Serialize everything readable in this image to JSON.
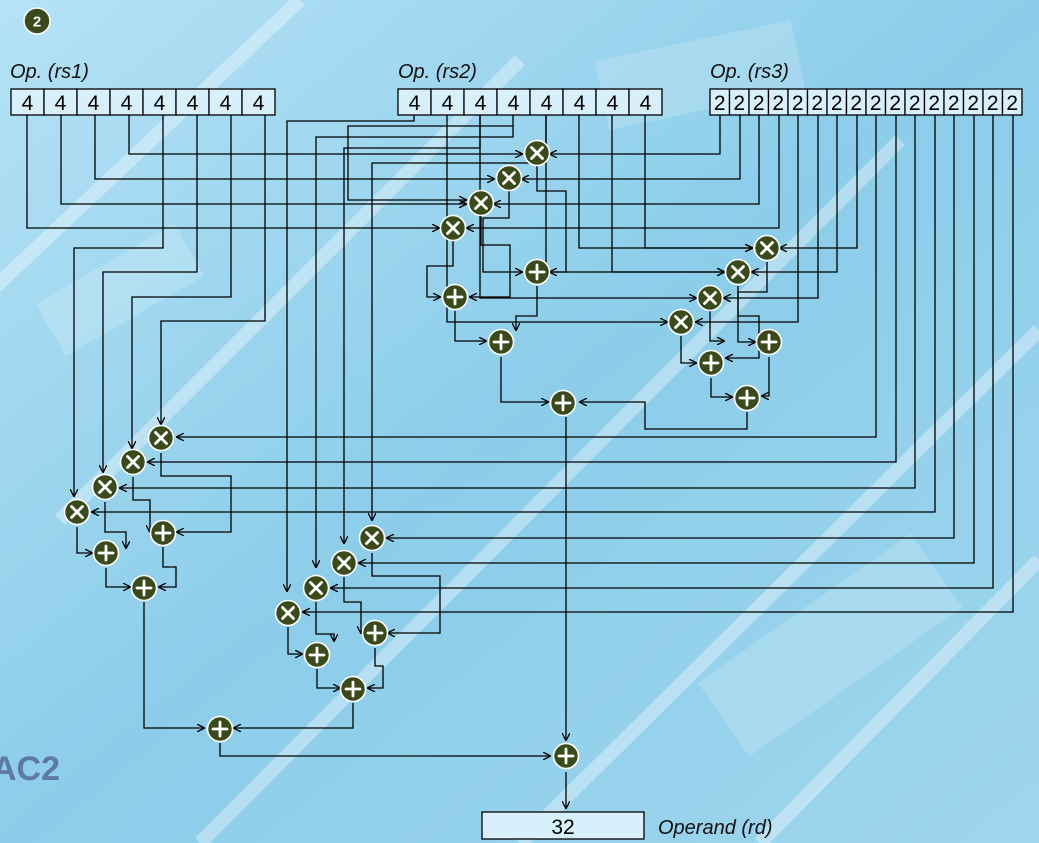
{
  "badge": "2",
  "labels": {
    "rs1": "Op. (rs1)",
    "rs2": "Op. (rs2)",
    "rs3": "Op. (rs3)",
    "rd": "Operand (rd)"
  },
  "registers": {
    "rs1": [
      "4",
      "4",
      "4",
      "4",
      "4",
      "4",
      "4",
      "4"
    ],
    "rs2": [
      "4",
      "4",
      "4",
      "4",
      "4",
      "4",
      "4",
      "4"
    ],
    "rs3": [
      "2",
      "2",
      "2",
      "2",
      "2",
      "2",
      "2",
      "2",
      "2",
      "2",
      "2",
      "2",
      "2",
      "2",
      "2",
      "2"
    ],
    "rd": "32"
  },
  "watermark": "AC2",
  "colors": {
    "background": "#8fd0ec",
    "register_fill": "#d7f0fb",
    "node_fill": "#3a4a1a",
    "wire": "#000000"
  },
  "legend_symbols": {
    "multiply": "multiply-node-icon",
    "add": "add-node-icon"
  }
}
